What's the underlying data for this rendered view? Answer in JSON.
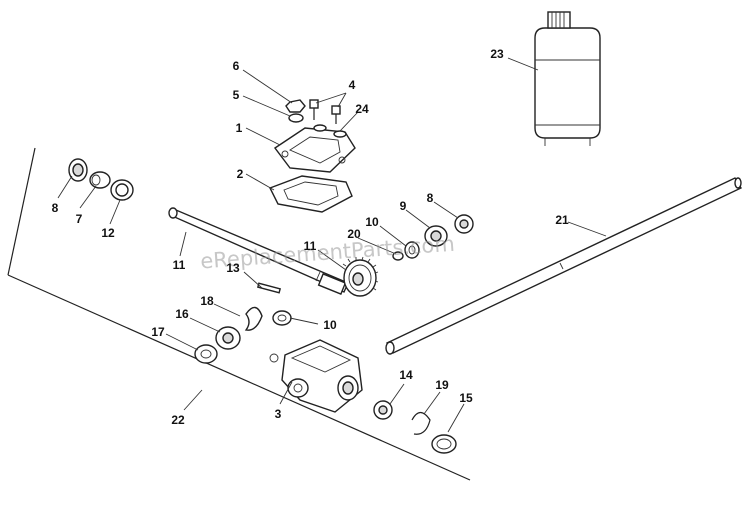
{
  "watermark": "eReplacementParts.com",
  "callouts": [
    {
      "id": "c6",
      "text": "6"
    },
    {
      "id": "c4",
      "text": "4"
    },
    {
      "id": "c5",
      "text": "5"
    },
    {
      "id": "c24",
      "text": "24"
    },
    {
      "id": "c1",
      "text": "1"
    },
    {
      "id": "c2",
      "text": "2"
    },
    {
      "id": "c23",
      "text": "23"
    },
    {
      "id": "c8a",
      "text": "8"
    },
    {
      "id": "c7",
      "text": "7"
    },
    {
      "id": "c12",
      "text": "12"
    },
    {
      "id": "c11a",
      "text": "11"
    },
    {
      "id": "c13",
      "text": "13"
    },
    {
      "id": "c11b",
      "text": "11"
    },
    {
      "id": "c20",
      "text": "20"
    },
    {
      "id": "c10a",
      "text": "10"
    },
    {
      "id": "c9",
      "text": "9"
    },
    {
      "id": "c8b",
      "text": "8"
    },
    {
      "id": "c21",
      "text": "21"
    },
    {
      "id": "c18",
      "text": "18"
    },
    {
      "id": "c16",
      "text": "16"
    },
    {
      "id": "c17",
      "text": "17"
    },
    {
      "id": "c10b",
      "text": "10"
    },
    {
      "id": "c22",
      "text": "22"
    },
    {
      "id": "c3",
      "text": "3"
    },
    {
      "id": "c14",
      "text": "14"
    },
    {
      "id": "c19",
      "text": "19"
    },
    {
      "id": "c15",
      "text": "15"
    }
  ]
}
